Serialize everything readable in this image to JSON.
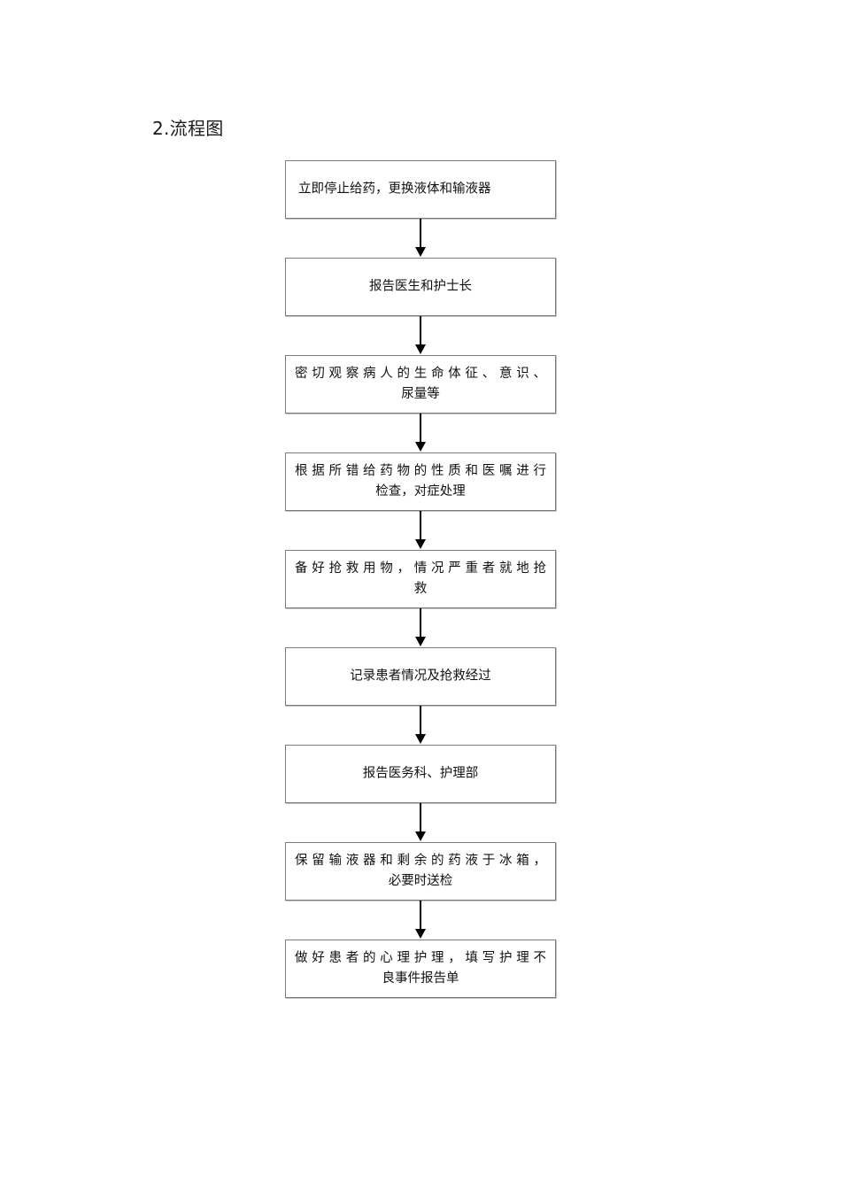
{
  "document": {
    "section_title": "2.流程图",
    "page_background": "#ffffff",
    "box_border_color": "#7b7b7b",
    "arrow_color": "#000000",
    "text_color": "#111111"
  },
  "flowchart": {
    "type": "flowchart",
    "orientation": "vertical",
    "connector": "arrow-down",
    "steps": [
      {
        "index": 1,
        "line1": "立即停止给药，更换液体和输液器",
        "line2": "",
        "align": "lead"
      },
      {
        "index": 2,
        "line1": "报告医生和护士长",
        "line2": "",
        "align": "center"
      },
      {
        "index": 3,
        "line1": "密切观察病人的生命体征、意识、",
        "line2": "尿量等",
        "align": "justify"
      },
      {
        "index": 4,
        "line1": "根据所错给药物的性质和医嘱进行",
        "line2": "检查，对症处理",
        "align": "justify"
      },
      {
        "index": 5,
        "line1": "备好抢救用物，情况严重者就地抢",
        "line2": "救",
        "align": "justify"
      },
      {
        "index": 6,
        "line1": "记录患者情况及抢救经过",
        "line2": "",
        "align": "center"
      },
      {
        "index": 7,
        "line1": "报告医务科、护理部",
        "line2": "",
        "align": "center"
      },
      {
        "index": 8,
        "line1": "保留输液器和剩余的药液于冰箱，",
        "line2": "必要时送检",
        "align": "justify"
      },
      {
        "index": 9,
        "line1": "做好患者的心理护理，填写护理不",
        "line2": "良事件报告单",
        "align": "justify"
      }
    ]
  }
}
